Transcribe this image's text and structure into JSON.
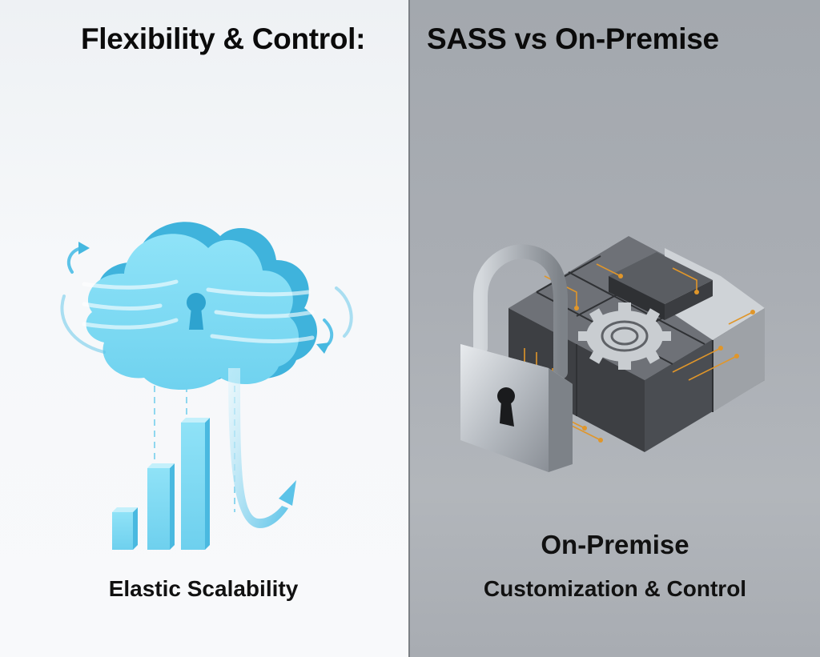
{
  "title": {
    "left": "Flexibility & Control:",
    "right": "SASS vs On-Premise"
  },
  "left_panel": {
    "label": "Elastic Scalability",
    "illustration": "cloud-with-keyhole-and-growth-bars",
    "icons": [
      "cloud-icon",
      "keyhole-icon",
      "rotate-arrows-icon",
      "bar-chart-icon",
      "trend-arrow-icon"
    ],
    "accent_color": "#5cc7ea",
    "background_color": "#f3f5f8"
  },
  "right_panel": {
    "title": "On-Premise",
    "subtitle": "Customization & Control",
    "illustration": "padlock-and-puzzle-circuit-blocks-with-gear",
    "icons": [
      "padlock-icon",
      "puzzle-icon",
      "gear-icon",
      "circuit-icon"
    ],
    "accent_color": "#e0962a",
    "background_color": "#a9adb3"
  }
}
